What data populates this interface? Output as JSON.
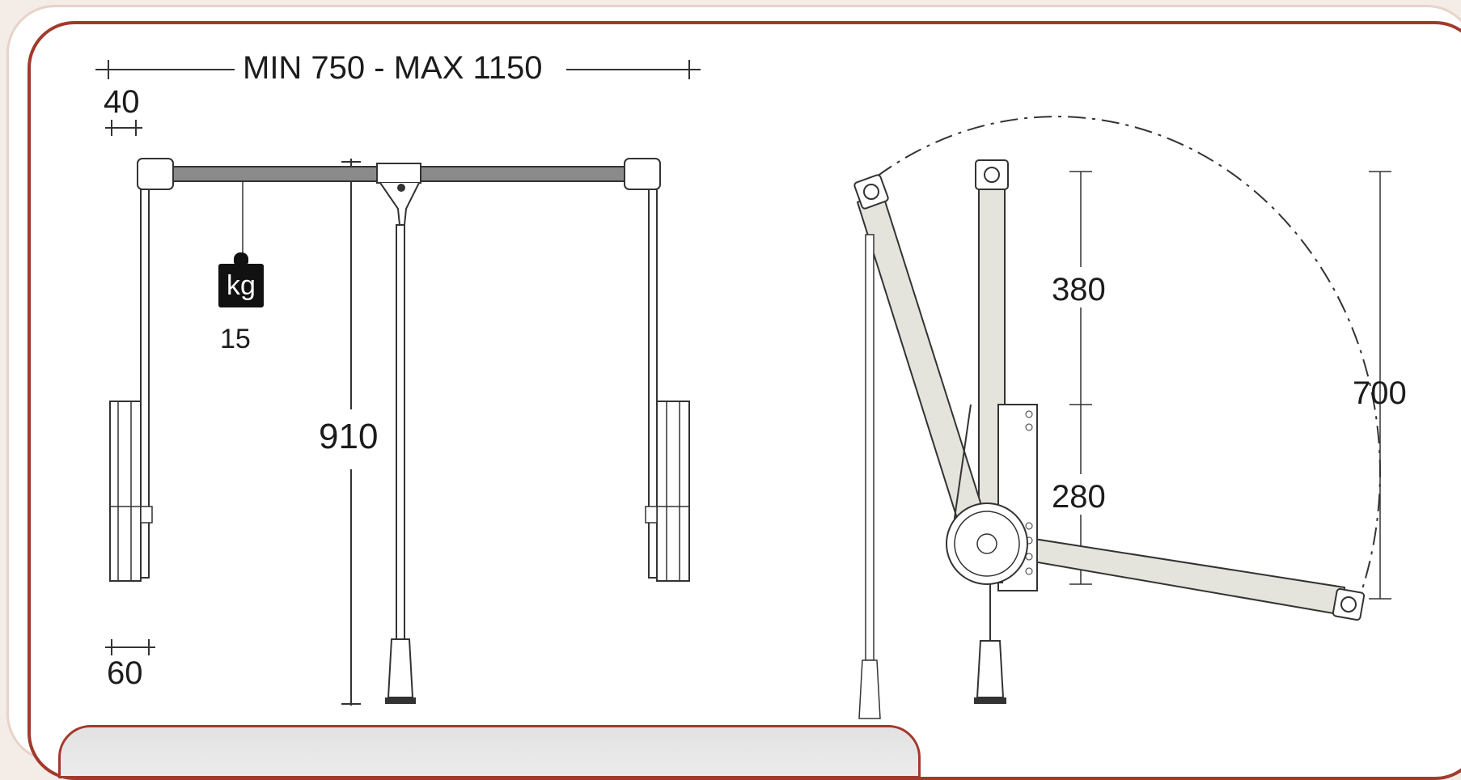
{
  "dimensions": {
    "width_range": "MIN 750 - MAX 1150",
    "side_offset_top": "40",
    "side_offset_bottom": "60",
    "load": "15",
    "load_unit": "kg",
    "height": "910",
    "upper_travel": "380",
    "lower_travel": "280",
    "total_travel": "700"
  },
  "colors": {
    "frame_border": "#a23a2c",
    "outer_border": "#e7d3c8",
    "rail": "#8a8a8a",
    "arm_fill": "#e4e4dc",
    "line": "#333333"
  }
}
